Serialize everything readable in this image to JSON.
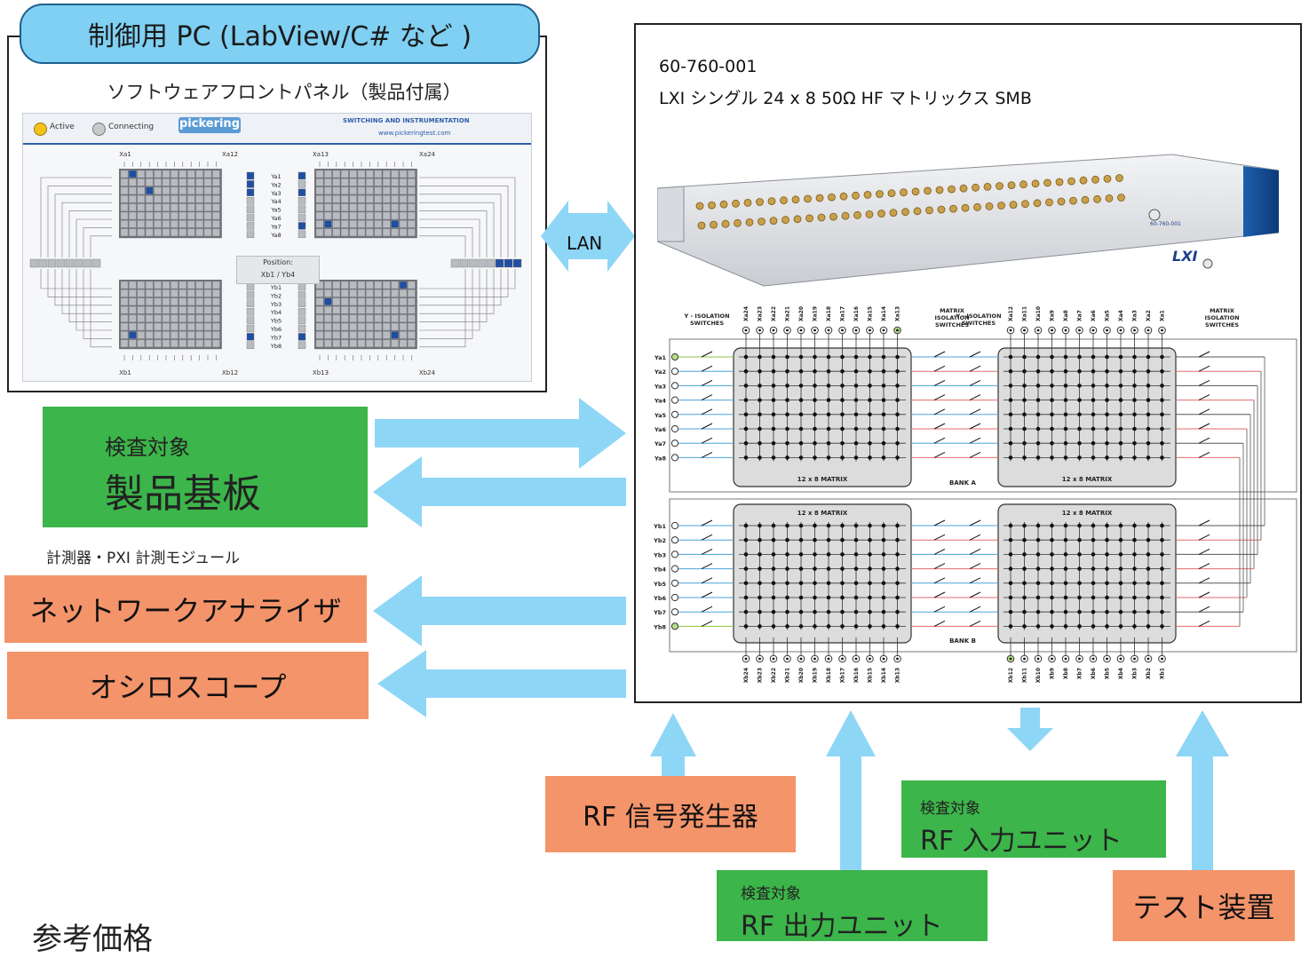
{
  "pc": {
    "title": "制御用 PC (LabView/C# など )",
    "subtitle": "ソフトウェアフロントパネル（製品付属）"
  },
  "panel": {
    "active": "Active",
    "connecting": "Connecting",
    "logo": "pickering",
    "tag1": "SWITCHING AND INSTRUMENTATION",
    "tag2": "www.pickeringtest.com",
    "x_labels_top": [
      "Xa1",
      "Xa12",
      "Xa13",
      "Xa24"
    ],
    "x_labels_bottom": [
      "Xb1",
      "Xb12",
      "Xb13",
      "Xb24"
    ],
    "ya_labels": [
      "Ya1",
      "Ya2",
      "Ya3",
      "Ya4",
      "Ya5",
      "Ya6",
      "Ya7",
      "Ya8"
    ],
    "yb_labels": [
      "Yb1",
      "Yb2",
      "Yb3",
      "Yb4",
      "Yb5",
      "Yb6",
      "Yb7",
      "Yb8"
    ],
    "position_label": "Position:",
    "position_value": "Xb1 / Yb4"
  },
  "lan": "LAN",
  "dut": {
    "small": "検査対象",
    "big": "製品基板"
  },
  "measurement_caption": "計測器・PXI 計測モジュール",
  "network_analyzer": "ネットワークアナライザ",
  "oscilloscope": "オシロスコープ",
  "rf_signal_generator": "RF 信号発生器",
  "rf_input": {
    "small": "検査対象",
    "big": "RF 入力ユニット"
  },
  "rf_output": {
    "small": "検査対象",
    "big": "RF 出力ユニット"
  },
  "test_equipment": "テスト装置",
  "reference_price": "参考価格",
  "module": {
    "part_number": "60-760-001",
    "description": "LXI シングル 24 x 8 50Ω HF マトリックス SMB",
    "front_label": "60-760-001",
    "front_logo": "LXI"
  },
  "matrix": {
    "y_isolation": "Y - ISOLATION",
    "switches": "SWITCHES",
    "matrix_isolation": "MATRIX",
    "isolation": "ISOLATION",
    "matrix_label": "12 x 8 MATRIX",
    "bank_a": "BANK A",
    "bank_b": "BANK B",
    "ya_labels": [
      "Ya1",
      "Ya2",
      "Ya3",
      "Ya4",
      "Ya5",
      "Ya6",
      "Ya7",
      "Ya8"
    ],
    "yb_labels": [
      "Yb1",
      "Yb2",
      "Yb3",
      "Yb4",
      "Yb5",
      "Yb6",
      "Yb7",
      "Yb8"
    ],
    "xa_labels": [
      "Xa24",
      "Xa23",
      "Xa22",
      "Xa21",
      "Xa20",
      "Xa19",
      "Xa18",
      "Xa17",
      "Xa16",
      "Xa15",
      "Xa14",
      "Xa13",
      "Xa12",
      "Xa11",
      "Xa10",
      "Xa9",
      "Xa8",
      "Xa7",
      "Xa6",
      "Xa5",
      "Xa4",
      "Xa3",
      "Xa2",
      "Xa1"
    ],
    "xb_labels": [
      "Xb24",
      "Xb23",
      "Xb22",
      "Xb21",
      "Xb20",
      "Xb19",
      "Xb18",
      "Xb17",
      "Xb16",
      "Xb15",
      "Xb14",
      "Xb13",
      "Xb12",
      "Xb11",
      "Xb10",
      "Xb9",
      "Xb8",
      "Xb7",
      "Xb6",
      "Xb5",
      "Xb4",
      "Xb3",
      "Xb2",
      "Xb1"
    ]
  },
  "colors": {
    "arrow": "#8ed6f6",
    "green": "#3cb54a",
    "orange": "#f4946a",
    "pc_title": "#7fd0f2",
    "panel_accent": "#2c5fa8"
  }
}
